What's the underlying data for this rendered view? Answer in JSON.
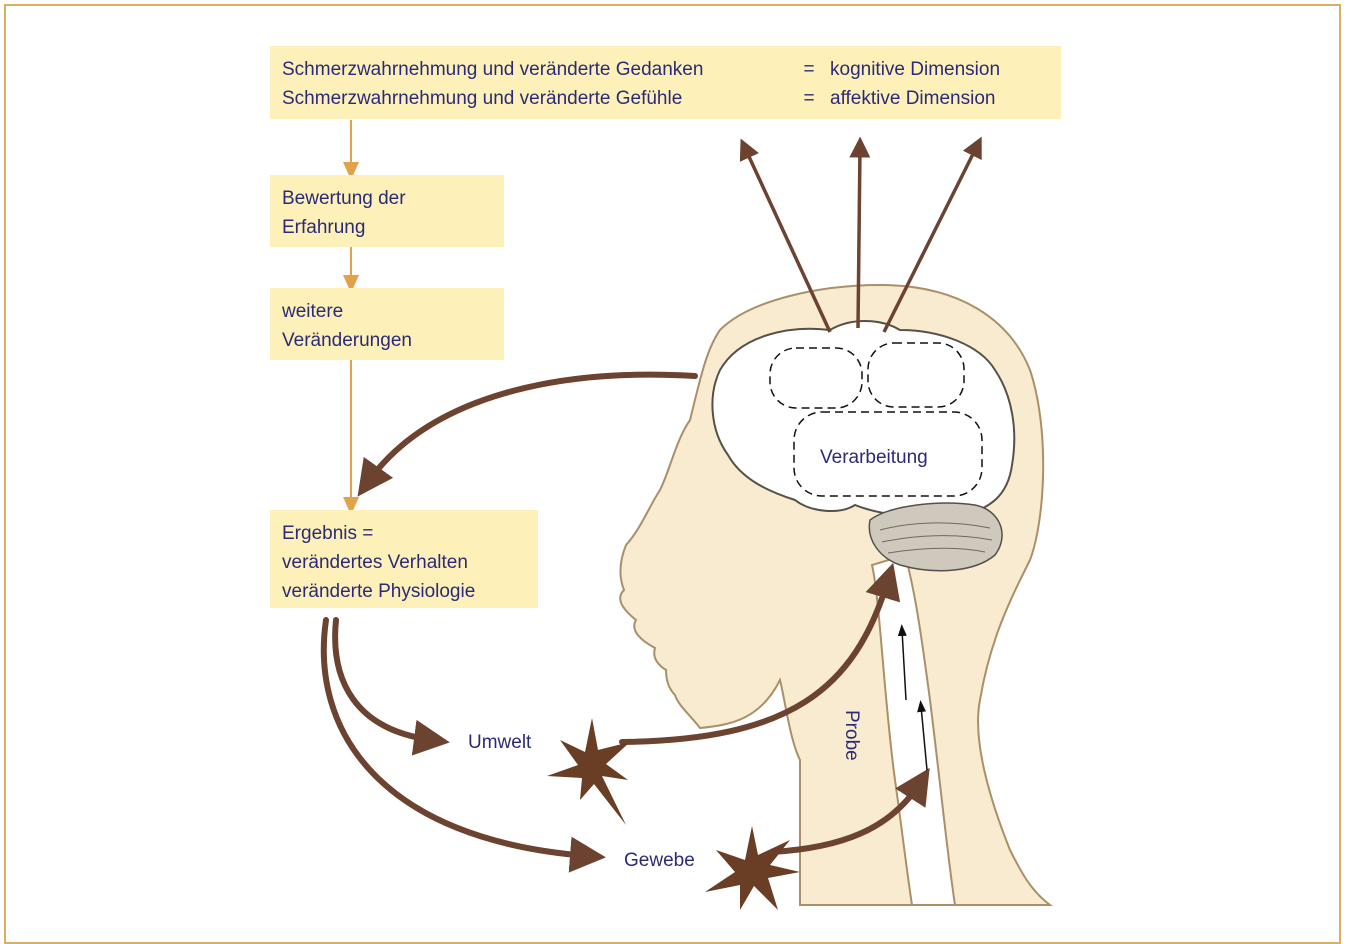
{
  "top_box": {
    "line1_left": "Schmerzwahrnehmung und veränderte Gedanken",
    "line1_eq": "=",
    "line1_right": "kognitive Dimension",
    "line2_left": "Schmerzwahrnehmung und veränderte Gefühle",
    "line2_eq": "=",
    "line2_right": "affektive Dimension"
  },
  "eval_box": {
    "line1": "Bewertung der",
    "line2": "Erfahrung"
  },
  "more_box": {
    "line1": "weitere",
    "line2": "Veränderungen"
  },
  "result_box": {
    "line1": "Ergebnis =",
    "line2": "verändertes Verhalten",
    "line3": "veränderte Physiologie"
  },
  "labels": {
    "umwelt": "Umwelt",
    "gewebe": "Gewebe",
    "verarbeitung": "Verarbeitung",
    "probe": "Probe"
  },
  "colors": {
    "box_fill": "#fdf1b9",
    "text": "#2b2a78",
    "frame": "#d9b061",
    "orange_arrow": "#e2a24a",
    "brown_arrow": "#6b4330",
    "head_fill": "#f8ebcf",
    "star": "#6a3d25"
  }
}
